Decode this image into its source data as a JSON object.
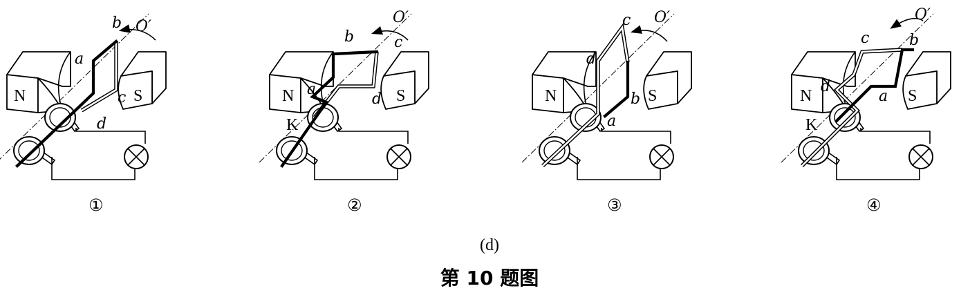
{
  "figure": {
    "panels": [
      {
        "number": "①",
        "labels": {
          "O": "O′",
          "a": "a",
          "b": "b",
          "c": "c",
          "d": "d",
          "N": "N",
          "S": "S"
        }
      },
      {
        "number": "②",
        "labels": {
          "O": "O′",
          "a": "a",
          "b": "b",
          "c": "c",
          "d": "d",
          "N": "N",
          "S": "S",
          "K": "K"
        }
      },
      {
        "number": "③",
        "labels": {
          "O": "O′",
          "a": "a",
          "b": "b",
          "c": "c",
          "d": "d",
          "N": "N",
          "S": "S"
        }
      },
      {
        "number": "④",
        "labels": {
          "O": "O′",
          "a": "a",
          "b": "b",
          "c": "c",
          "d": "d",
          "N": "N",
          "S": "S",
          "K": "K"
        }
      }
    ],
    "subcaption": "(d)",
    "caption": "第 10 题图"
  }
}
